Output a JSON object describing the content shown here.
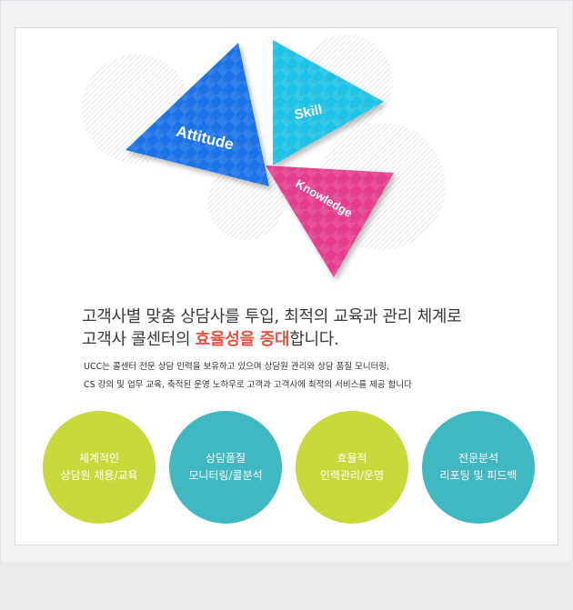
{
  "colors": {
    "attitude": "#1a73e8",
    "skill": "#1ec3e6",
    "knowledge": "#e63d8c",
    "highlight": "#e8533f",
    "green": "#c7d93b",
    "teal": "#3fb8c1"
  },
  "hero": {
    "attitude_label": "Attitude",
    "skill_label": "Skill",
    "knowledge_label": "Knowledge"
  },
  "heading": {
    "line1": "고객사별 맞춤 상담사를 투입, 최적의 교육과 관리 체계로",
    "line2_prefix": "고객사 콜센터의 ",
    "line2_highlight": "효율성을 증대",
    "line2_suffix": "합니다."
  },
  "description": {
    "line1": "UCC는 콜센터 전문 상담 인력을 보유하고 있으며 상담원 관리와 상담 품질 모니터링,",
    "line2": "CS 강의 및 업무 교육, 축적된 운영 노하우로 고객과 고객사에 최적의 서비스를 제공 합니다"
  },
  "services": [
    {
      "line1": "체계적인",
      "line2": "상담원 채용/교육"
    },
    {
      "line1": "상담품질",
      "line2": "모니터링/콜분석"
    },
    {
      "line1": "효율적",
      "line2": "인력관리/운영"
    },
    {
      "line1": "전문분석",
      "line2": "리포팅 및 피드백"
    }
  ]
}
